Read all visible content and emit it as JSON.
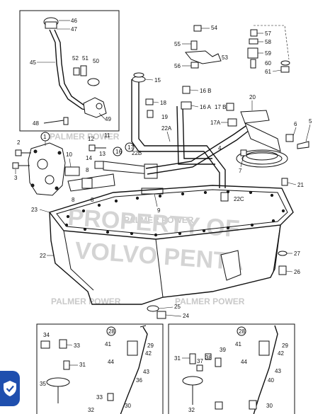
{
  "watermarks": {
    "brand_top": "PALMER POWER",
    "brand_mid": "PALMER POWER",
    "brand_bottom_left": "PALMER POWER",
    "brand_bottom_right": "PALMER POWER",
    "big_line1": "PROPERTY OF",
    "big_line2": "VOLVO PENTA"
  },
  "callouts": {
    "c1": "1",
    "c2": "2",
    "c3": "3",
    "c4": "4",
    "c5": "5",
    "c6": "6",
    "c7": "7",
    "c8": "8",
    "c9": "9",
    "c10": "10",
    "c11": "11",
    "c12": "12",
    "c13": "13",
    "c14": "14",
    "c15": "15",
    "c16": "16",
    "c16b": "16 B",
    "c16a": "16 A",
    "c17": "17",
    "c17a": "17A",
    "c17b": "17 B",
    "c18": "18",
    "c19": "19",
    "c20": "20",
    "c21": "21",
    "c22": "22",
    "c22a": "22A",
    "c22b": "22B",
    "c22c": "22C",
    "c23": "23",
    "c24": "24",
    "c25": "25",
    "c26": "26",
    "c27": "27",
    "c28a": "28",
    "c28b": "28",
    "c29a": "29",
    "c29b": "29",
    "c30a": "30",
    "c30b": "30",
    "c31a": "31",
    "c31b": "31",
    "c32a": "32",
    "c32b": "32",
    "c33a": "33",
    "c33b": "33",
    "c34": "34",
    "c35": "35",
    "c36": "36",
    "c37": "37",
    "c38": "38",
    "c39": "39",
    "c40": "40",
    "c41a": "41",
    "c41b": "41",
    "c42a": "42",
    "c42b": "42",
    "c43a": "43",
    "c43b": "43",
    "c44a": "44",
    "c44b": "44",
    "c45": "45",
    "c46": "46",
    "c47": "47",
    "c48": "48",
    "c49": "49",
    "c50": "50",
    "c51": "51",
    "c52": "52",
    "c53": "53",
    "c54": "54",
    "c55": "55",
    "c56": "56",
    "c57": "57",
    "c58": "58",
    "c59": "59",
    "c60": "60",
    "c61": "61"
  },
  "icons": {
    "badge": "shield-check-icon"
  },
  "colors": {
    "badge": "#1f4fae",
    "ink": "#111111",
    "watermark": "#c9c9c9"
  }
}
